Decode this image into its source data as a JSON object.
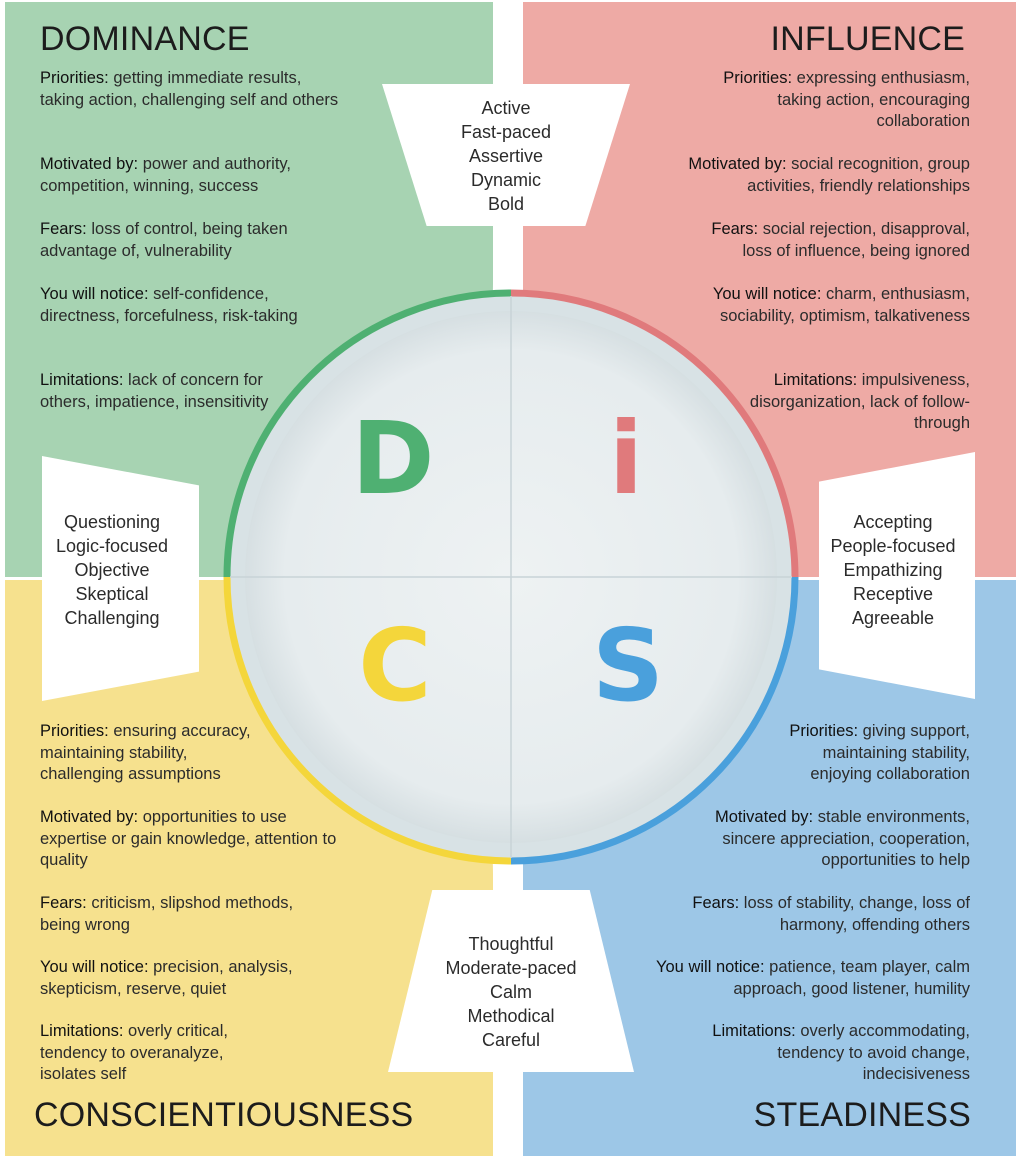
{
  "colors": {
    "dominance": "#4fb072",
    "influence": "#e07a7c",
    "conscientiousness": "#f4d63b",
    "steadiness": "#4aa0dc"
  },
  "quadrants": {
    "dominance": {
      "title": "DOMINANCE",
      "letter": "D",
      "items": [
        {
          "label": "Priorities:",
          "text": " getting immediate results, taking action, challenging self and others"
        },
        {
          "label": "Motivated by:",
          "text": " power and authority, competition, winning, success"
        },
        {
          "label": "Fears:",
          "text": " loss of control, being taken advantage of, vulnerability"
        },
        {
          "label": "You will notice:",
          "text": " self-confidence, directness, forcefulness, risk-taking"
        },
        {
          "label": "Limitations:",
          "text": " lack of concern for others, impatience, insensitivity"
        }
      ]
    },
    "influence": {
      "title": "INFLUENCE",
      "letter": "i",
      "items": [
        {
          "label": "Priorities:",
          "text": " expressing enthusiasm, taking action, encouraging collaboration"
        },
        {
          "label": "Motivated by:",
          "text": " social recognition, group activities, friendly relationships"
        },
        {
          "label": "Fears:",
          "text": " social rejection, disapproval, loss of influence, being ignored"
        },
        {
          "label": "You will notice:",
          "text": " charm, enthusiasm, sociability, optimism, talkativeness"
        },
        {
          "label": "Limitations:",
          "text": " impulsiveness, disorganization, lack of follow-through"
        }
      ]
    },
    "conscientiousness": {
      "title": "CONSCIENTIOUSNESS",
      "letter": "C",
      "items": [
        {
          "label": "Priorities:",
          "text": " ensuring accuracy, maintaining stability, challenging assumptions"
        },
        {
          "label": "Motivated by:",
          "text": " opportunities to use expertise or gain knowledge, attention to quality"
        },
        {
          "label": "Fears:",
          "text": " criticism, slipshod methods, being wrong"
        },
        {
          "label": "You will notice:",
          "text": " precision, analysis, skepticism, reserve, quiet"
        },
        {
          "label": "Limitations:",
          "text": " overly critical, tendency to overanalyze, isolates self"
        }
      ]
    },
    "steadiness": {
      "title": "STEADINESS",
      "letter": "S",
      "items": [
        {
          "label": "Priorities:",
          "text": " giving support, maintaining stability, enjoying collaboration"
        },
        {
          "label": "Motivated by:",
          "text": " stable environments, sincere appreciation, cooperation, opportunities to help"
        },
        {
          "label": "Fears:",
          "text": " loss of stability, change, loss of harmony, offending others"
        },
        {
          "label": "You will notice:",
          "text": " patience, team player, calm approach, good listener, humility"
        },
        {
          "label": "Limitations:",
          "text": " overly accommodating, tendency to avoid change, indecisiveness"
        }
      ]
    }
  },
  "traits": {
    "top": [
      "Active",
      "Fast-paced",
      "Assertive",
      "Dynamic",
      "Bold"
    ],
    "bottom": [
      "Thoughtful",
      "Moderate-paced",
      "Calm",
      "Methodical",
      "Careful"
    ],
    "left": [
      "Questioning",
      "Logic-focused",
      "Objective",
      "Skeptical",
      "Challenging"
    ],
    "right": [
      "Accepting",
      "People-focused",
      "Empathizing",
      "Receptive",
      "Agreeable"
    ]
  }
}
